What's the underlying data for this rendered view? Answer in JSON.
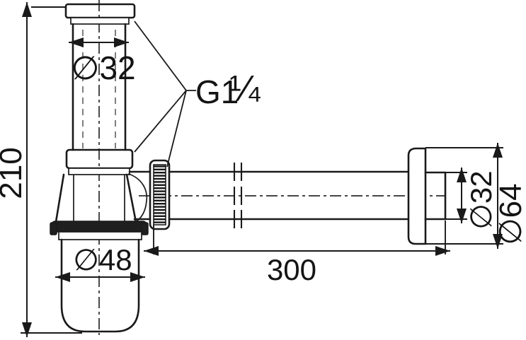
{
  "drawing": {
    "labels": {
      "overall_height": "210",
      "inlet_diameter": "∅32",
      "thread_prefix": "G1",
      "thread_fraction": "¼",
      "cup_diameter": "∅48",
      "outlet_length": "300",
      "outlet_diameter": "∅32",
      "rosette_diameter": "∅64"
    },
    "colors": {
      "line": "#1a1a1a",
      "background": "#ffffff"
    }
  }
}
